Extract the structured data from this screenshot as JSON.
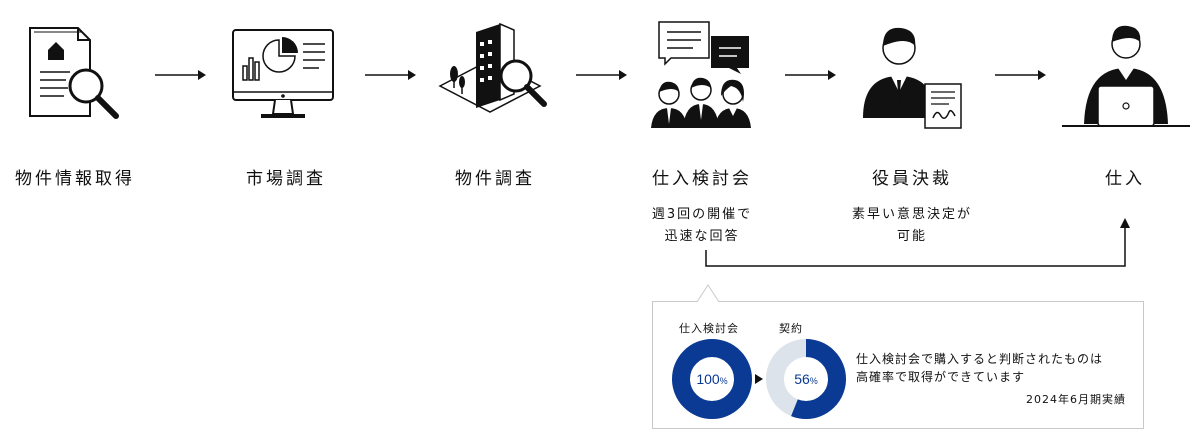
{
  "steps": [
    {
      "label": "物件情報取得",
      "icon": "document-search-icon"
    },
    {
      "label": "市場調査",
      "icon": "monitor-chart-icon"
    },
    {
      "label": "物件調査",
      "icon": "building-search-icon"
    },
    {
      "label": "仕入検討会",
      "icon": "meeting-icon"
    },
    {
      "label": "役員決裁",
      "icon": "executive-signature-icon"
    },
    {
      "label": "仕入",
      "icon": "person-laptop-icon"
    }
  ],
  "notes": {
    "meeting_line1": "週3回の開催で",
    "meeting_line2": "迅速な回答",
    "approval_line1": "素早い意思決定が",
    "approval_line2": "可能"
  },
  "callout": {
    "meeting_label": "仕入検討会",
    "contract_label": "契約",
    "meeting_value": "100",
    "contract_value": "56",
    "unit": "%",
    "text_line1": "仕入検討会で購入すると判断されたものは",
    "text_line2": "高確率で取得ができています",
    "period": "2024年6月期実績"
  },
  "chart_data": [
    {
      "type": "pie",
      "title": "",
      "categories": [
        "仕入検討会"
      ],
      "values": [
        100
      ],
      "unit": "%"
    },
    {
      "type": "pie",
      "title": "",
      "categories": [
        "契約"
      ],
      "values": [
        56
      ],
      "unit": "%"
    }
  ],
  "colors": {
    "accent": "#0a3a94",
    "ring_bg": "#dde3ea",
    "line": "#111111"
  }
}
